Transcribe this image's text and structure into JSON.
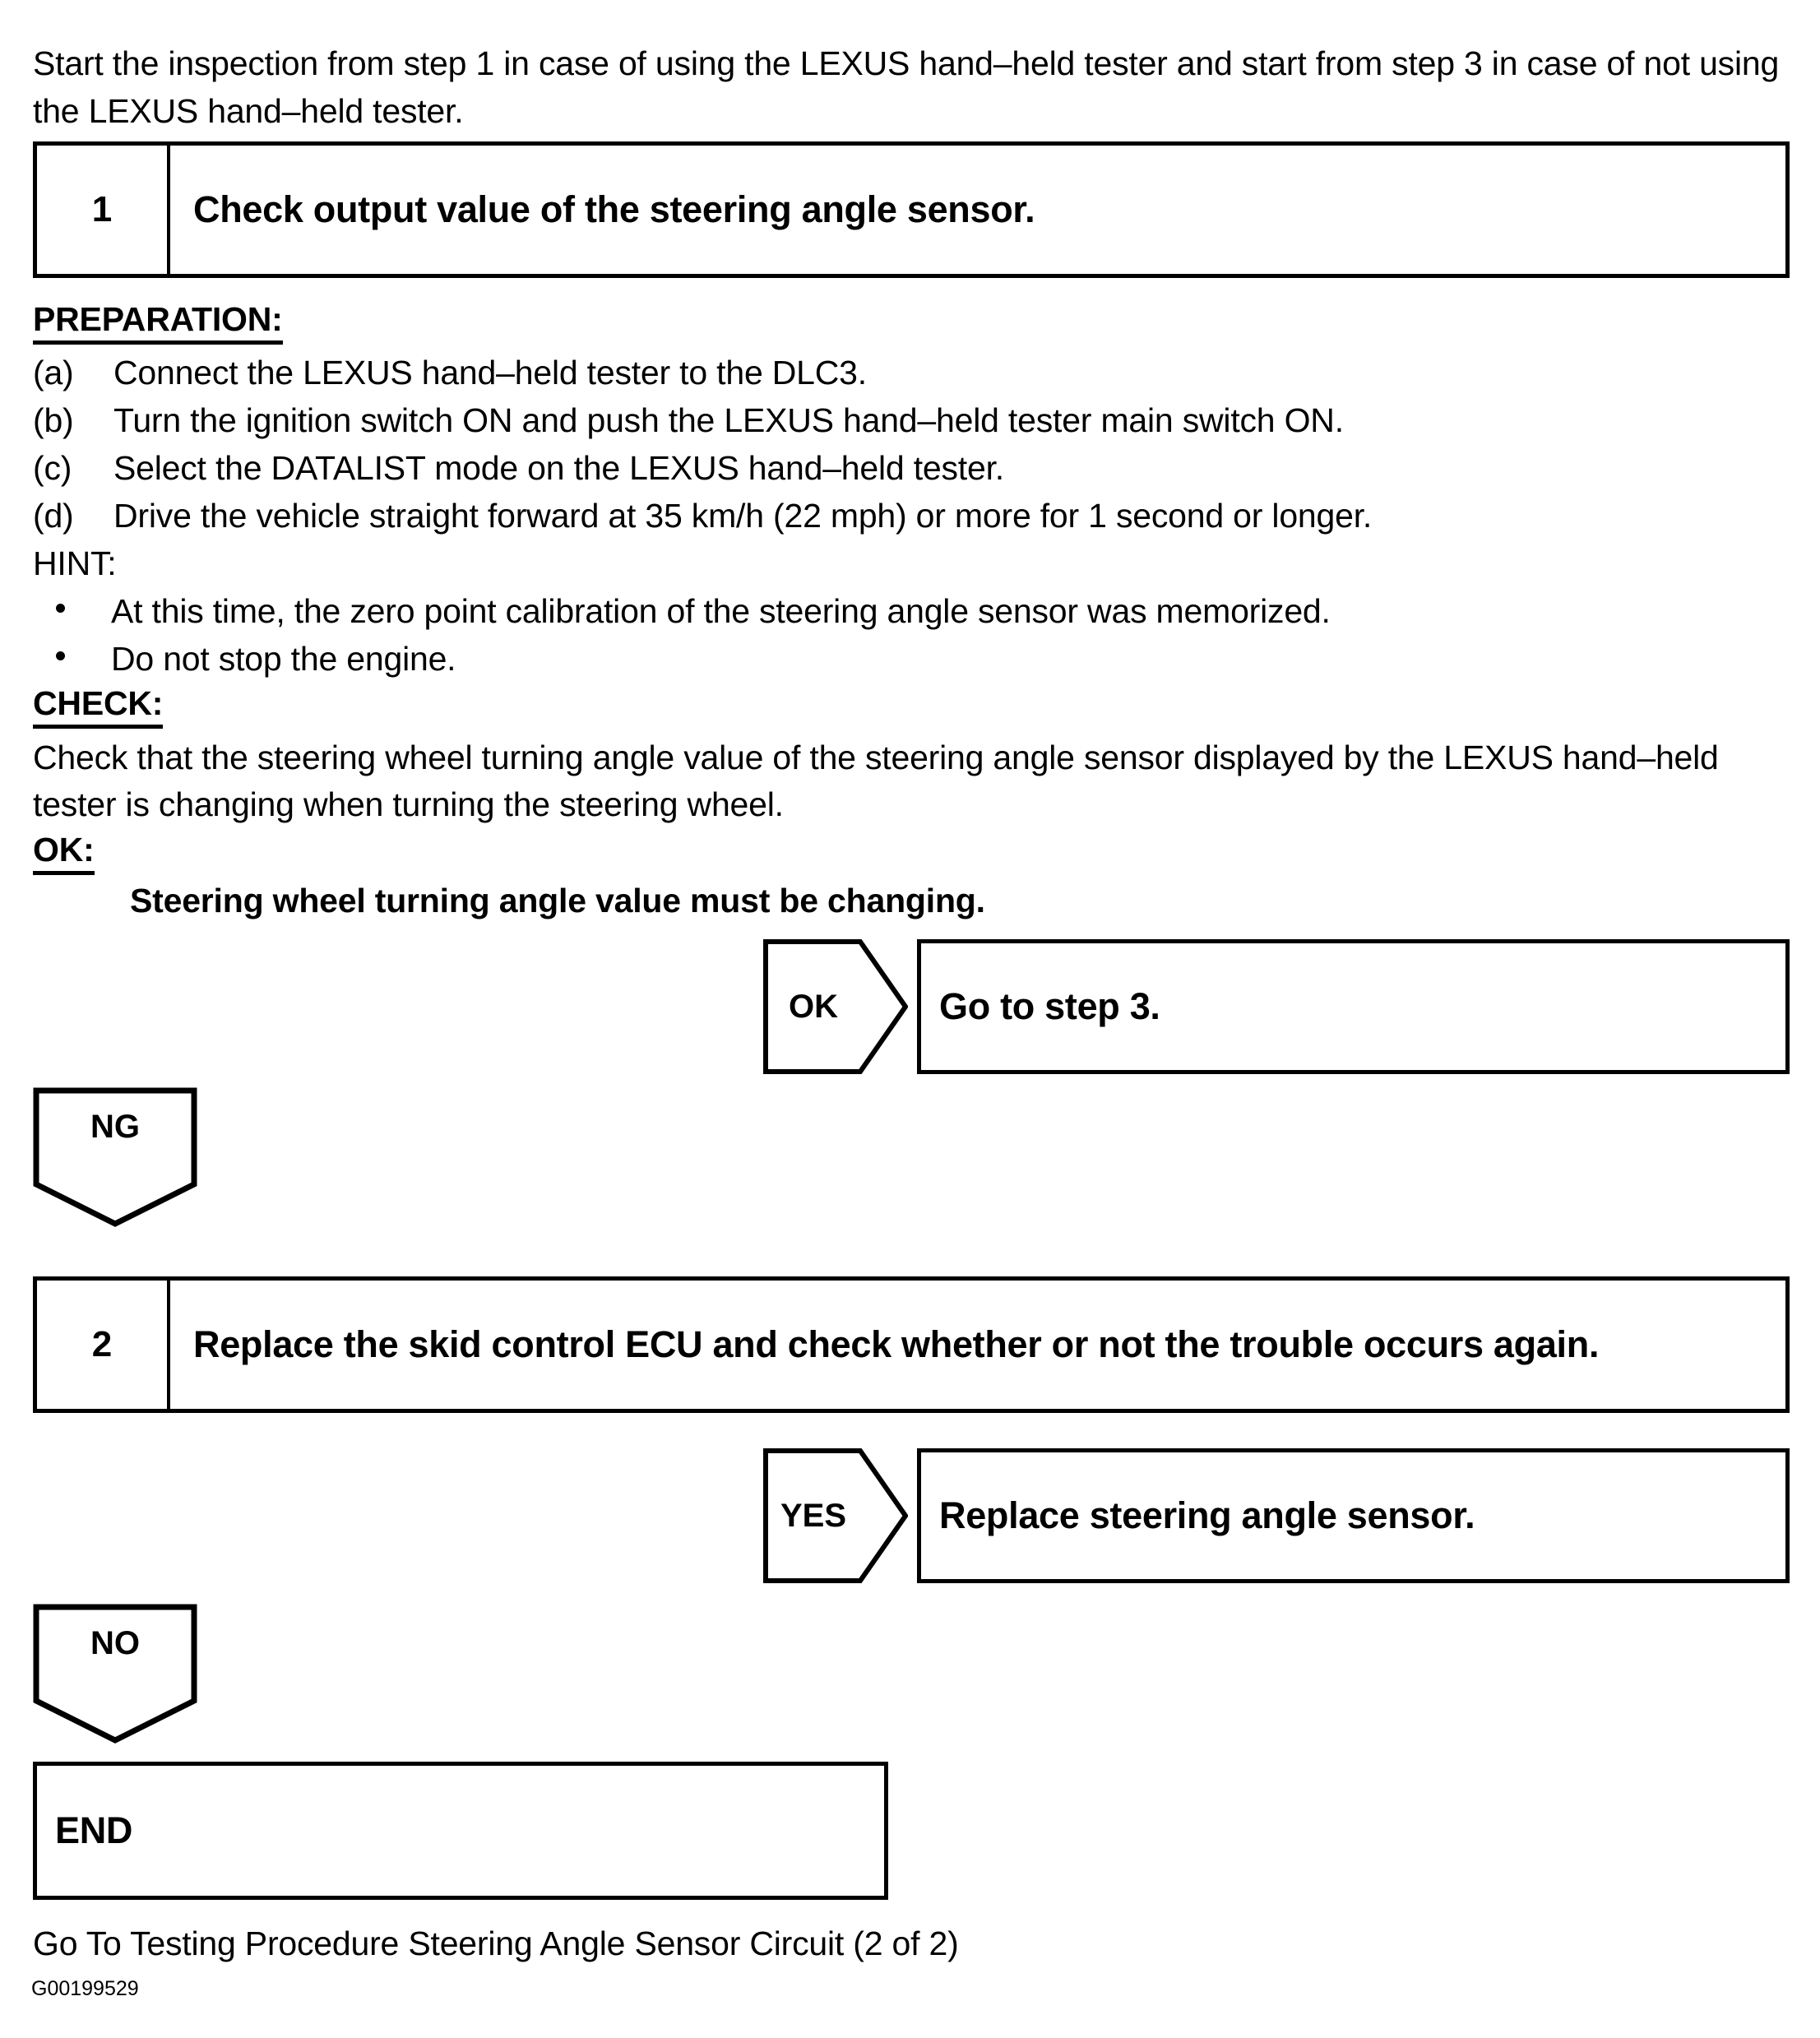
{
  "intro": "Start the inspection from step 1 in case of using the LEXUS hand–held tester and start from step 3 in case of not using the LEXUS hand–held tester.",
  "steps": [
    {
      "number": "1",
      "title": "Check output value of the steering angle sensor."
    },
    {
      "number": "2",
      "title": "Replace the skid control ECU and check whether or not the trouble occurs again."
    }
  ],
  "preparation": {
    "label": "PREPARATION:",
    "items": [
      {
        "mark": "(a)",
        "text": "Connect the LEXUS hand–held tester to the DLC3."
      },
      {
        "mark": "(b)",
        "text": "Turn the ignition switch ON and push the LEXUS hand–held tester main switch ON."
      },
      {
        "mark": "(c)",
        "text": "Select the DATALIST mode on the LEXUS hand–held tester."
      },
      {
        "mark": "(d)",
        "text": "Drive the vehicle straight forward at 35 km/h (22 mph) or more for 1 second or longer."
      }
    ]
  },
  "hint": {
    "label": "HINT:",
    "items": [
      "At this time, the zero point calibration of the steering angle sensor was memorized.",
      "Do not stop the engine."
    ]
  },
  "check": {
    "label": "CHECK:",
    "text": "Check that the steering wheel turning angle value of the steering angle sensor displayed by the LEXUS hand–held tester is changing when turning the steering wheel."
  },
  "ok_section": {
    "label": "OK:",
    "text": "Steering wheel turning angle value must be changing."
  },
  "branches": {
    "ok": {
      "tag": "OK",
      "result": "Go to step 3."
    },
    "ng": {
      "tag": "NG"
    },
    "yes": {
      "tag": "YES",
      "result": "Replace steering angle sensor."
    },
    "no": {
      "tag": "NO"
    }
  },
  "end_box": {
    "label": "END"
  },
  "footer": {
    "main": "Go To Testing Procedure Steering Angle Sensor Circuit (2 of 2)",
    "code": "G00199529"
  },
  "colors": {
    "ink": "#000000",
    "paper": "#ffffff"
  }
}
